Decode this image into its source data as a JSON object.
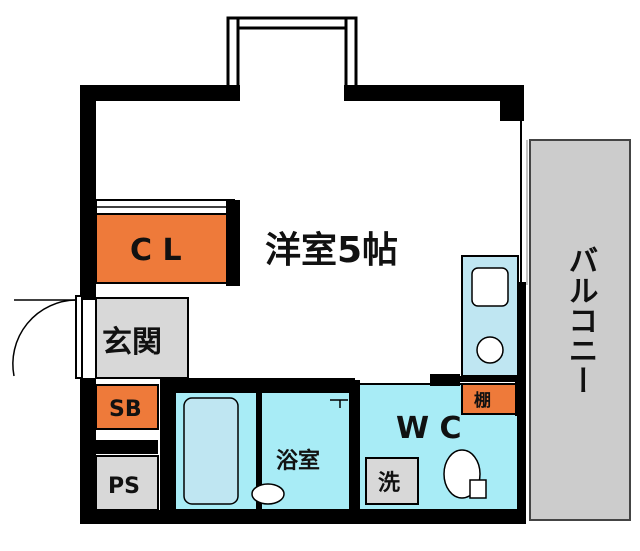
{
  "rooms": {
    "western_room": "洋室5帖",
    "closet": "C L",
    "entrance": "玄関",
    "shoe_box": "SB",
    "pipe_space": "PS",
    "bathroom": "浴室",
    "toilet": "W C",
    "washer": "洗",
    "shelf": "棚",
    "balcony": "バルコニー"
  },
  "colors": {
    "wall": "#000000",
    "orange_storage": "#ee7a3a",
    "wet_area": "#a8ecf6",
    "fixture": "#bfe6f2",
    "gray_area": "#d8d8d8",
    "balcony": "#cccccc"
  }
}
